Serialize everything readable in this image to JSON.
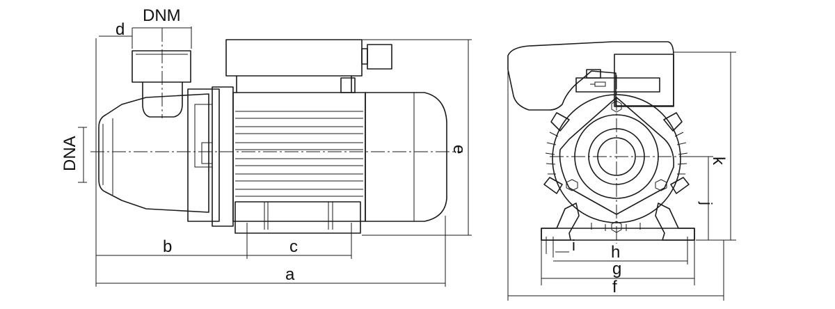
{
  "labels": {
    "d": "d",
    "dnm": "DNM",
    "dna": "DNA",
    "b": "b",
    "c": "c",
    "a": "a",
    "e": "e",
    "k": "k",
    "j": "j",
    "i": "i",
    "h": "h",
    "g": "g",
    "f": "f"
  }
}
